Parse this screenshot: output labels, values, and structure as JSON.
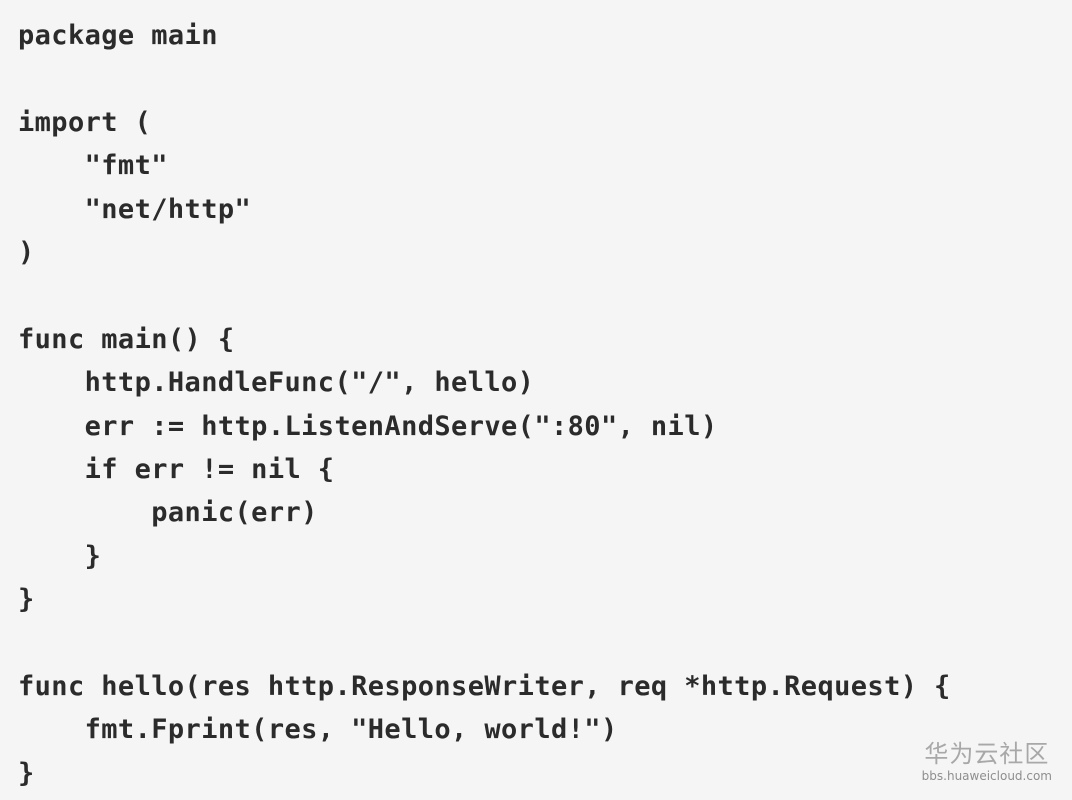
{
  "code": {
    "language": "go",
    "lines": [
      "package main",
      "",
      "import (",
      "    \"fmt\"",
      "    \"net/http\"",
      ")",
      "",
      "func main() {",
      "    http.HandleFunc(\"/\", hello)",
      "    err := http.ListenAndServe(\":80\", nil)",
      "    if err != nil {",
      "        panic(err)",
      "    }",
      "}",
      "",
      "func hello(res http.ResponseWriter, req *http.Request) {",
      "    fmt.Fprint(res, \"Hello, world!\")",
      "}"
    ]
  },
  "watermark": {
    "title": "华为云社区",
    "url": "bbs.huaweicloud.com"
  }
}
